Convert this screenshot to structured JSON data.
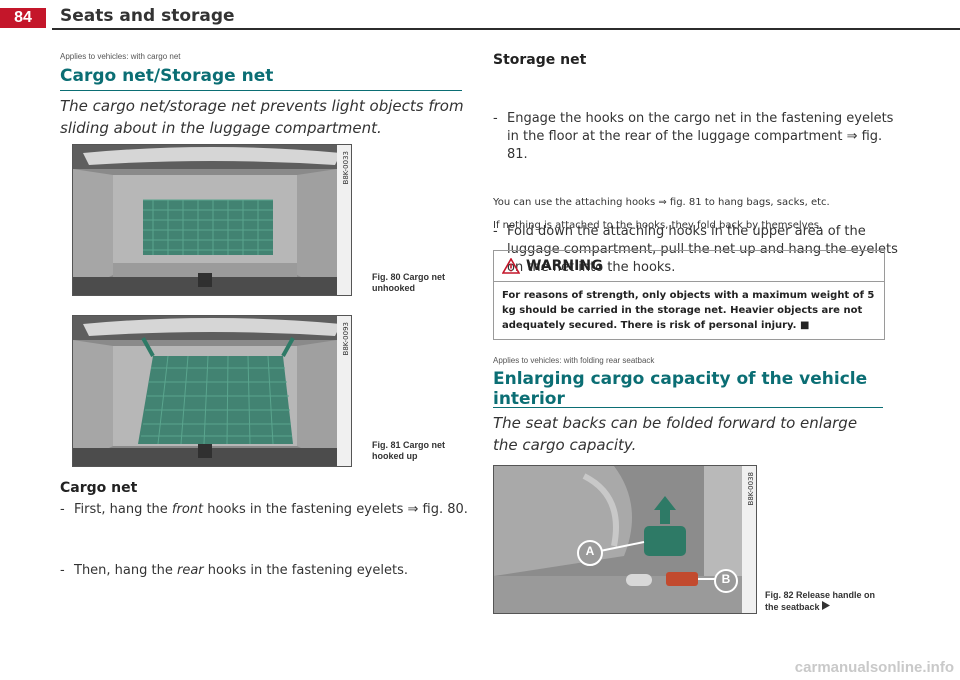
{
  "header": {
    "page_number": "84",
    "section_title": "Seats and storage"
  },
  "left": {
    "applies": "Applies to vehicles: with cargo net",
    "heading": "Cargo net/Storage net",
    "intro": "The cargo net/storage net prevents light objects from sliding about in the luggage compartment.",
    "fig80": {
      "code": "B8K-0033",
      "caption": "Fig. 80  Cargo net unhooked"
    },
    "fig81": {
      "code": "B8K-0093",
      "caption": "Fig. 81  Cargo net hooked up"
    },
    "subheading": "Cargo net",
    "bullets": [
      {
        "pre": "First, hang the ",
        "em": "front",
        "post": " hooks in the fastening eyelets ⇒ fig. 80."
      },
      {
        "pre": "Then, hang the ",
        "em": "rear",
        "post": " hooks in the fastening eyelets."
      }
    ]
  },
  "right": {
    "subheading": "Storage net",
    "bullets": [
      "Engage the hooks on the cargo net in the fastening eyelets in the floor at the rear of the luggage compartment ⇒ fig. 81.",
      "Fold down the attaching hooks in the upper area of the luggage compartment, pull the net up and hang the eyelets on the net into the hooks."
    ],
    "note1": "You can use the attaching hooks ⇒ fig. 81 to hang bags, sacks, etc.",
    "note2": "If nothing is attached to the hooks, they fold back by themselves.",
    "warning": {
      "title": "WARNING",
      "text": "For reasons of strength, only objects with a maximum weight of 5 kg should be carried in the storage net. Heavier objects are not adequately secured. There is risk of personal injury. ■"
    },
    "applies2": "Applies to vehicles: with folding rear seatback",
    "heading2": "Enlarging cargo capacity of the vehicle interior",
    "intro2": "The seat backs can be folded forward to enlarge the cargo capacity.",
    "fig82": {
      "code": "B8K-0038",
      "caption": "Fig. 82  Release handle on the seatback",
      "label_a": "A",
      "label_b": "B"
    }
  },
  "watermark": "carmanualsonline.info",
  "colors": {
    "accent": "#0b6e74",
    "page_tab": "#c4162a",
    "net": "#2e7a66"
  }
}
